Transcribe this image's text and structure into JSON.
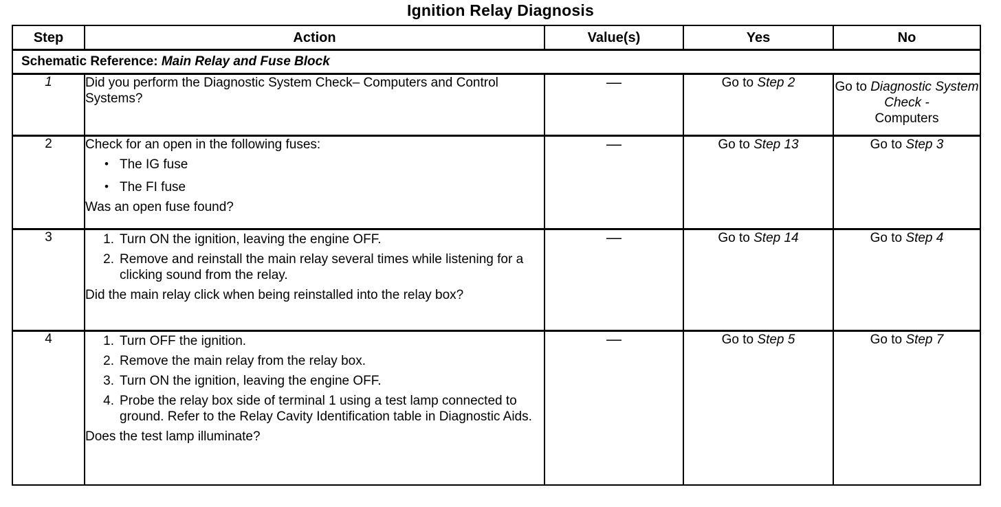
{
  "document": {
    "title": "Ignition Relay Diagnosis"
  },
  "table": {
    "headers": {
      "step": "Step",
      "action": "Action",
      "value": "Value(s)",
      "yes": "Yes",
      "no": "No"
    },
    "schematic_reference": {
      "label": "Schematic Reference:",
      "value": "Main Relay and Fuse Block"
    },
    "rows": [
      {
        "step": "1",
        "step_italic": true,
        "action": {
          "lead": "Did you perform the Diagnostic System Check– Computers and Control Systems?",
          "bullets": [],
          "numbered": [],
          "tail": ""
        },
        "value": "—",
        "yes": {
          "prefix": "Go to ",
          "target": "Step 2",
          "suffix": ""
        },
        "no": {
          "prefix": "Go to ",
          "target": "Diagnostic System Check -",
          "suffix": "Computers"
        }
      },
      {
        "step": "2",
        "step_italic": false,
        "action": {
          "lead": "Check for an open in the following fuses:",
          "bullets": [
            "The IG fuse",
            "The FI fuse"
          ],
          "numbered": [],
          "tail": "Was an open fuse found?"
        },
        "value": "—",
        "yes": {
          "prefix": "Go to ",
          "target": "Step 13",
          "suffix": ""
        },
        "no": {
          "prefix": "Go to ",
          "target": "Step 3",
          "suffix": ""
        }
      },
      {
        "step": "3",
        "step_italic": false,
        "action": {
          "lead": "",
          "bullets": [],
          "numbered": [
            "Turn ON the ignition, leaving the engine OFF.",
            "Remove and reinstall the main relay several times while listening for a clicking sound from the relay."
          ],
          "tail": "Did the main relay click when being reinstalled into the relay box?"
        },
        "value": "—",
        "yes": {
          "prefix": "Go to ",
          "target": "Step 14",
          "suffix": ""
        },
        "no": {
          "prefix": "Go to ",
          "target": "Step 4",
          "suffix": ""
        }
      },
      {
        "step": "4",
        "step_italic": false,
        "action": {
          "lead": "",
          "bullets": [],
          "numbered": [
            "Turn OFF the ignition.",
            "Remove the main relay from the relay box.",
            "Turn ON the ignition, leaving the engine OFF.",
            "Probe the relay box side of terminal 1 using a test lamp connected to ground. Refer to the Relay Cavity Identification table in Diagnostic Aids."
          ],
          "tail": "Does the test lamp illuminate?"
        },
        "value": "—",
        "yes": {
          "prefix": "Go to ",
          "target": "Step 5",
          "suffix": ""
        },
        "no": {
          "prefix": "Go to ",
          "target": "Step 7",
          "suffix": ""
        }
      }
    ]
  },
  "colors": {
    "ink": "#000000",
    "paper": "#ffffff"
  }
}
